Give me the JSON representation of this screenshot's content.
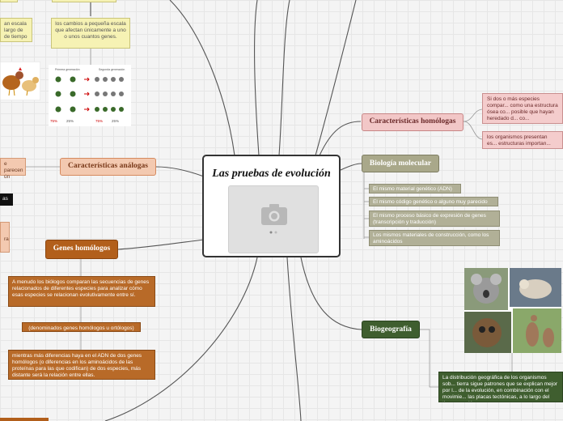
{
  "central": {
    "title": "Las pruebas de evolución"
  },
  "top_left": {
    "box_a": "an escala\nlargo de\nde tiempo",
    "box_b": "los cambios a pequeña escala que afectan únicamente a uno o unos cuantos genes."
  },
  "chart_labels": {
    "generation_1": "Primera generación",
    "generation_2": "Segunda generación",
    "pct_a": "75%",
    "pct_b": "25%",
    "pct_c": "75%",
    "pct_d": "25%"
  },
  "homologous": {
    "title": "Características homólogas",
    "box_1": "Si dos o más especies compar... como una estructura ósea co... posible que hayan heredado d... co...",
    "box_2": "los organismos presentan es... estructuras importan..."
  },
  "molecular": {
    "title": "Biología molecular",
    "items": [
      "El mismo material genético (ADN)",
      "El mismo código genético o alguno muy parecido",
      "El mismo proceso básico de expresión de genes (transcripción y traducción)",
      "Los mismos materiales de construcción, como los aminoácidos"
    ]
  },
  "biogeography": {
    "title": "Biogeografía",
    "text": "La distribución geográfica de los organismos sob... tierra sigue patrones que se explican mejor por l... de la evolución, en combinación con el movimie... las placas tectónicas, a lo largo del tiempo geoló..."
  },
  "analogous": {
    "title": "Características análogas",
    "left_text": "e parecen\nún",
    "black_label": "as",
    "peach_small": "ra"
  },
  "homologous_genes": {
    "title": "Genes homólogos",
    "box_1": "A menudo los biólogos comparan las secuencias de genes relacionados de diferentes especies para analizar cómo esas especies se relacionan evolutivamente entre sí.",
    "box_2": "(denominados genes homólogos u ortólogos)",
    "box_3": "mientras más diferencias haya en el ADN de dos genes homólogos (o diferencias en los aminoácidos de las proteínas para las que codifican) de dos especies, más distante será la relación entre ellas."
  },
  "colors": {
    "pink": "#f4cccc",
    "peach": "#f3c9b0",
    "orange": "#b25f1b",
    "olive": "#a9a88a",
    "green": "#3f5e2f",
    "yellow": "#f6f2b4"
  },
  "icons": {
    "photo": "camera-icon"
  }
}
